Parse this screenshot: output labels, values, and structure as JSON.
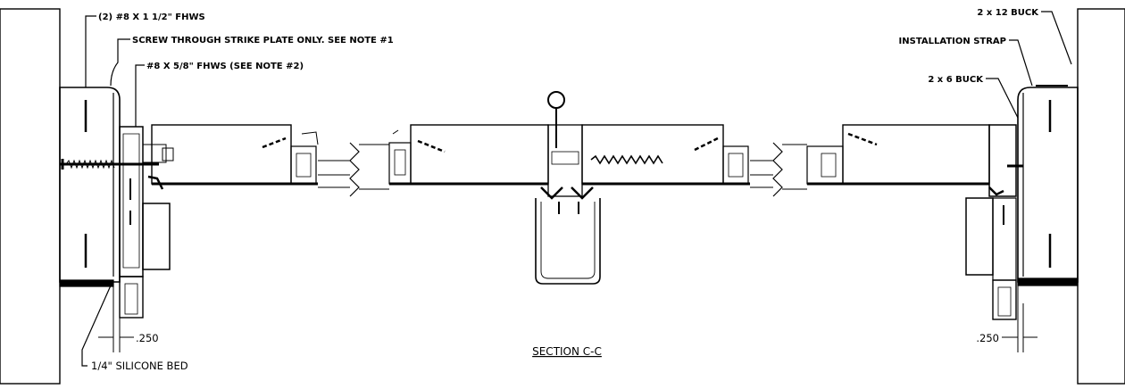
{
  "drawing": {
    "title": "SECTION C-C",
    "callouts": {
      "screws_top": "(2) #8 X 1 1/2\" FHWS",
      "strike_note": "SCREW THROUGH STRIKE PLATE ONLY. SEE NOTE #1",
      "screw_small": "#8 X 5/8\" FHWS (SEE NOTE #2)",
      "buck_2x12": "2 x 12 BUCK",
      "installation_strap": "INSTALLATION STRAP",
      "buck_2x6": "2 x 6 BUCK",
      "silicone_bed": "1/4\" SILICONE BED"
    },
    "dimensions": {
      "left_offset": ".250",
      "right_offset": ".250"
    }
  },
  "colors": {
    "line": "#000000",
    "hatch": "#000000",
    "background": "#ffffff"
  }
}
